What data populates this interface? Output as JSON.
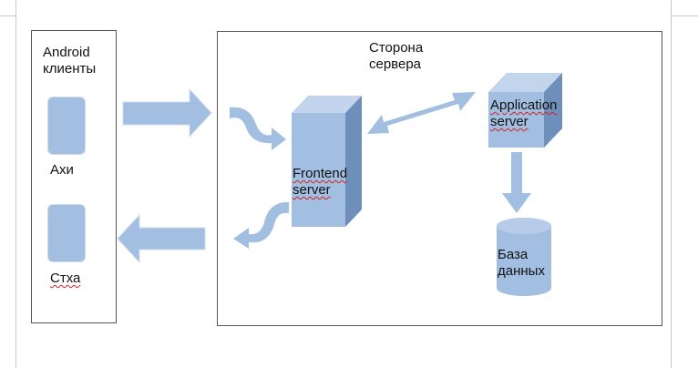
{
  "clients_title": "Android клиенты",
  "client_1": "Axи",
  "client_2": "Стха",
  "server_side_title": "Сторона сервера",
  "frontend_label": "Frontend server",
  "app_server_label": "Application server",
  "database_label": "База данных",
  "colors": {
    "shape_fill": "#a2bee0",
    "shape_side": "#6e8fba",
    "shape_top": "#c3d5ec",
    "arrow_fill": "#a2bee0",
    "border": "#555555",
    "spellcheck": "#d62020"
  }
}
